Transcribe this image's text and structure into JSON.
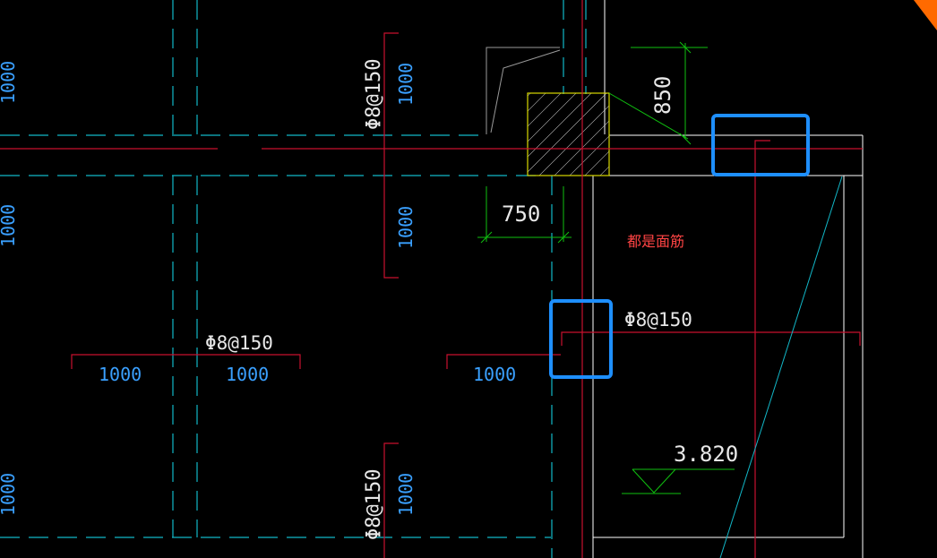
{
  "drawing": {
    "colors": {
      "background": "#000000",
      "red": "#c8102e",
      "cyan": "#12b8c8",
      "green": "#10c010",
      "yellow": "#d8d800",
      "white": "#ffffff",
      "gray": "#9a9a9a",
      "highlight": "#1e8fff",
      "orange": "#ff6a00",
      "note": "#ff4444",
      "dim_text": "#3aa0ff"
    },
    "rebar_labels": {
      "left_top_vertical": "Φ8@150",
      "middle_horizontal": "Φ8@150",
      "right_horizontal": "Φ8@150",
      "left_bottom_vertical": "Φ8@150"
    },
    "lengths": {
      "edge_top": "1000",
      "edge_middle": "1000",
      "edge_bottom": "1000",
      "col_top": "1000",
      "col_middle": "1000",
      "col_bottom": "1000",
      "row_left": "1000",
      "row_center": "1000",
      "row_right": "1000"
    },
    "dimensions": {
      "vertical": "850",
      "horizontal": "750"
    },
    "elevation": "3.820",
    "note": "都是面筋"
  }
}
